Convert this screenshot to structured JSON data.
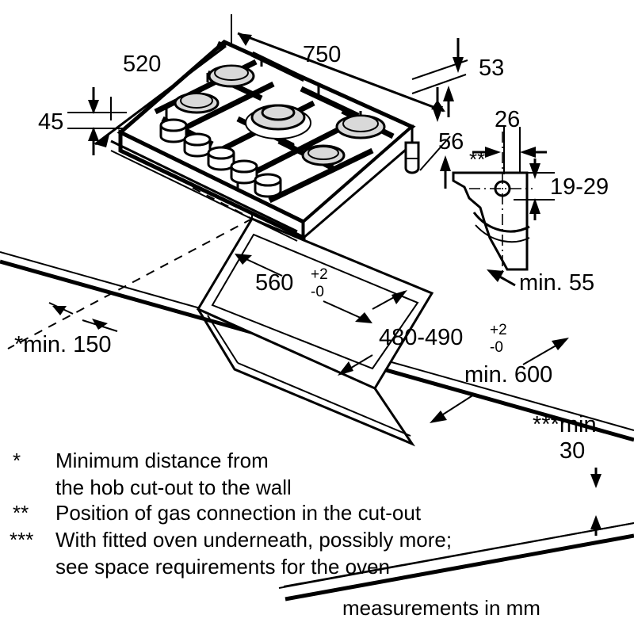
{
  "document": {
    "kind": "appliance-installation-dimension-drawing",
    "subject": "gas hob cut-out and worktop installation",
    "units_note": "measurements in mm"
  },
  "dimensions": {
    "hob_width": "750",
    "hob_depth": "520",
    "hob_front_height": "45",
    "hob_rim_height": "53",
    "hob_body_depth": "56",
    "gas_connection_offset": "26",
    "gas_connection_height_range": "19-29",
    "cutout_width": "560",
    "cutout_width_tol_upper": "+2",
    "cutout_width_tol_lower": "-0",
    "cutout_depth": "480-490",
    "cutout_depth_tol_upper": "+2",
    "cutout_depth_tol_lower": "-0",
    "wall_distance": "*min. 150",
    "worktop_depth": "min. 600",
    "cutout_to_front_edge": "min. 55",
    "worktop_thickness_label_1": "***min.",
    "worktop_thickness_label_2": "30"
  },
  "markers": {
    "one_star": "*",
    "two_star": "**",
    "three_star": "***",
    "gas_connection_marker": "**"
  },
  "footnotes": [
    {
      "mark": "*",
      "lines": [
        "Minimum distance from",
        "the hob cut-out to the wall"
      ]
    },
    {
      "mark": "**",
      "lines": [
        "Position of gas connection in the cut-out"
      ]
    },
    {
      "mark": "***",
      "lines": [
        "With fitted oven underneath, possibly more;",
        "see space requirements for the oven"
      ]
    }
  ],
  "units_caption": "measurements in mm",
  "colors": {
    "line": "#000000",
    "background": "#ffffff",
    "burner_cap": "#d9d9d9"
  },
  "hob": {
    "burner_count": 5,
    "knob_count": 5,
    "burners": [
      "rear-left",
      "front-left",
      "center-wok",
      "rear-right",
      "front-right"
    ]
  }
}
